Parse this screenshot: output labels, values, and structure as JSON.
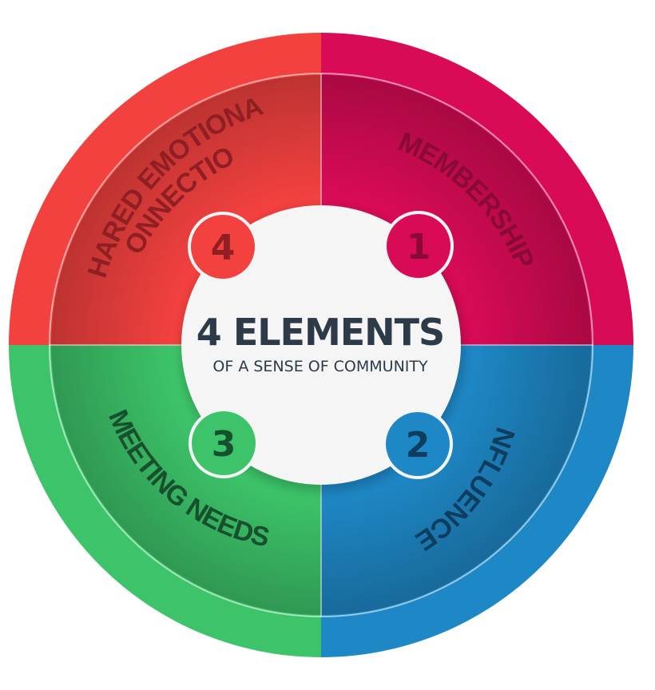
{
  "diagram": {
    "title": "4 ELEMENTS",
    "subtitle": "OF A SENSE OF COMMUNITY",
    "elements": [
      {
        "number": "1",
        "label": "MEMBERSHIP",
        "color": "#d90b56",
        "text_color": "#8a0a36"
      },
      {
        "number": "2",
        "label": "INFLUENCE",
        "color": "#1e88c6",
        "text_color": "#0e3d60"
      },
      {
        "number": "3",
        "label": "MEETING NEEDS",
        "color": "#3dc46a",
        "text_color": "#17502d"
      },
      {
        "number": "4",
        "label": "CONNECTION",
        "color": "#f2413f",
        "text_color": "#8f1f22"
      }
    ],
    "extra_label": "SHARED EMOTIONAL",
    "center_color": "#f5f5f6",
    "title_color": "#2d3a47"
  }
}
